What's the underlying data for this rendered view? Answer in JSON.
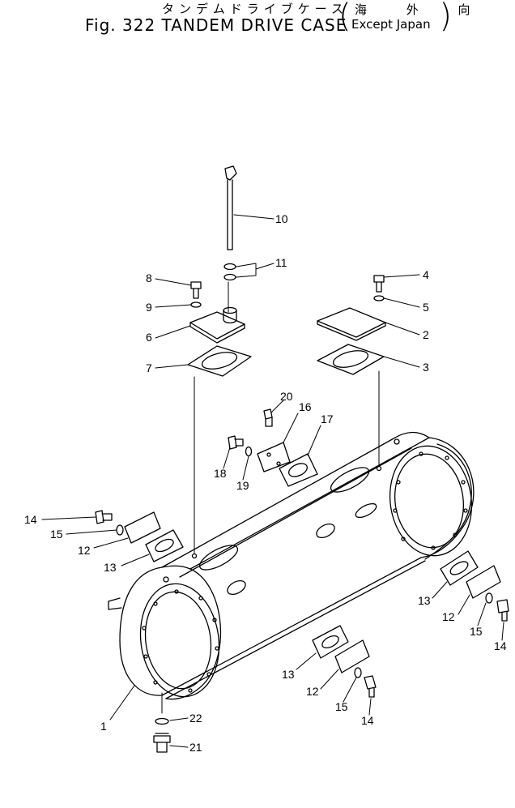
{
  "title": {
    "japanese": "タンデムドライブケース",
    "figure": "Fig. 322 TANDEM DRIVE CASE",
    "qualifier_japanese": "海 外 向",
    "qualifier_english": "Except Japan"
  },
  "parts": {
    "p1": "1",
    "p2": "2",
    "p3": "3",
    "p4": "4",
    "p5": "5",
    "p6": "6",
    "p7": "7",
    "p8": "8",
    "p9": "9",
    "p10": "10",
    "p11": "11",
    "p12a": "12",
    "p12b": "12",
    "p12c": "12",
    "p13a": "13",
    "p13b": "13",
    "p13c": "13",
    "p14a": "14",
    "p14b": "14",
    "p14c": "14",
    "p15a": "15",
    "p15b": "15",
    "p15c": "15",
    "p16": "16",
    "p17": "17",
    "p18": "18",
    "p19": "19",
    "p20": "20",
    "p21": "21",
    "p22": "22"
  }
}
